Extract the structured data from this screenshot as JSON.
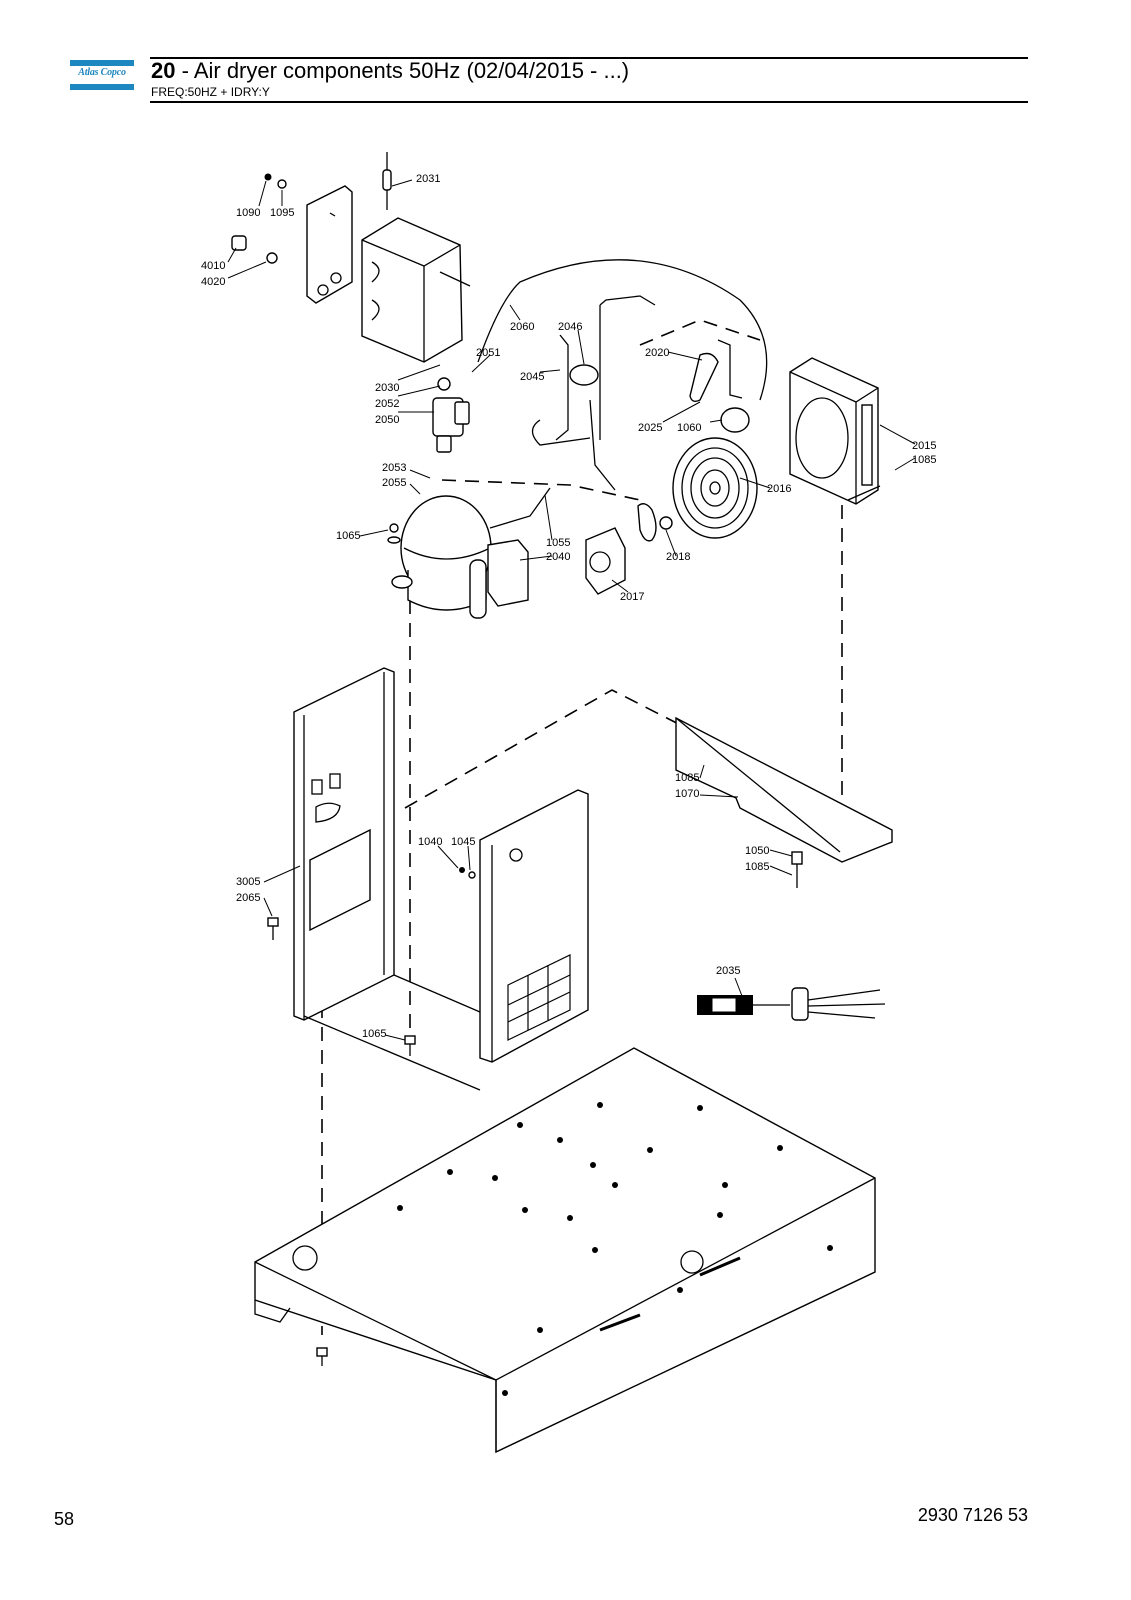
{
  "header": {
    "brand": "Atlas Copco",
    "section_number": "20",
    "section_title": " - Air dryer components 50Hz (02/04/2015 - ...)",
    "filter": "FREQ:50HZ + IDRY:Y"
  },
  "footer": {
    "page_number": "58",
    "document_number": "2930 7126 53"
  },
  "callouts": {
    "c2031": "2031",
    "c1090": "1090",
    "c1095": "1095",
    "c4010": "4010",
    "c4020": "4020",
    "c2060": "2060",
    "c2046": "2046",
    "c2051": "2051",
    "c2045": "2045",
    "c2020": "2020",
    "c2030": "2030",
    "c2052": "2052",
    "c2050": "2050",
    "c2025": "2025",
    "c1060": "1060",
    "c2015": "2015",
    "c1085a": "1085",
    "c2053": "2053",
    "c2055": "2055",
    "c2016": "2016",
    "c1065a": "1065",
    "c1055": "1055",
    "c2040": "2040",
    "c2018": "2018",
    "c2017": "2017",
    "c1085b": "1085",
    "c1070": "1070",
    "c1040": "1040",
    "c1045": "1045",
    "c1050": "1050",
    "c1085c": "1085",
    "c3005": "3005",
    "c2065": "2065",
    "c2035": "2035",
    "c1065b": "1065"
  }
}
